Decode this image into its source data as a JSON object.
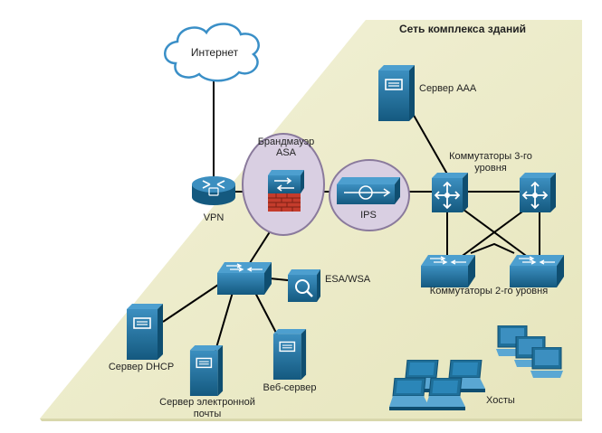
{
  "title": "Сеть комплекса зданий",
  "nodes": {
    "internet": {
      "label": "Интернет",
      "icon": "cloud-icon"
    },
    "vpn": {
      "label": "VPN",
      "icon": "router-icon"
    },
    "firewall": {
      "label_line1": "Брандмауэр",
      "label_line2": "ASA",
      "icon": "firewall-icon"
    },
    "ips": {
      "label": "IPS",
      "icon": "ips-icon"
    },
    "aaa": {
      "label": "Сервер AAA",
      "icon": "server-icon"
    },
    "l3": {
      "label_line1": "Коммутаторы 3-го",
      "label_line2": "уровня",
      "icon": "multilayer-switch-icon"
    },
    "l2": {
      "label": "Коммутаторы 2-го уровня",
      "icon": "switch-icon"
    },
    "esa": {
      "label": "ESA/WSA",
      "icon": "content-security-icon"
    },
    "dhcp": {
      "label": "Сервер DHCP",
      "icon": "server-icon"
    },
    "mail": {
      "label_line1": "Сервер электронной",
      "label_line2": "почты",
      "icon": "server-icon"
    },
    "web": {
      "label": "Веб-сервер",
      "icon": "server-icon"
    },
    "hosts": {
      "label": "Хосты",
      "icon": "host-icon"
    }
  },
  "colors": {
    "campus_fill": "#ecebc6",
    "device_blue": "#1f6f99",
    "device_dark": "#134e6f",
    "highlight_oval": "#d9cfe2",
    "cloud_stroke": "#3a8fc7",
    "firewall_red": "#c43c2c",
    "link": "#000000"
  }
}
